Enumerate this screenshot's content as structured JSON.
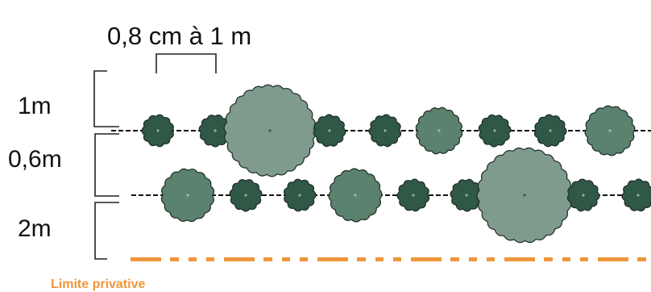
{
  "title": "0,8 cm à 1 m",
  "spacing": {
    "top": "1m",
    "middle": "0,6m",
    "bottom": "2m"
  },
  "boundary": {
    "label": "Limite privative"
  },
  "colors": {
    "small_plant": "#2f5846",
    "medium_plant": "#5b826f",
    "large_plant": "#7f9b8d",
    "plant_edge": "#1e2b24",
    "boundary": "#f0963a",
    "bracket": "#222222"
  }
}
